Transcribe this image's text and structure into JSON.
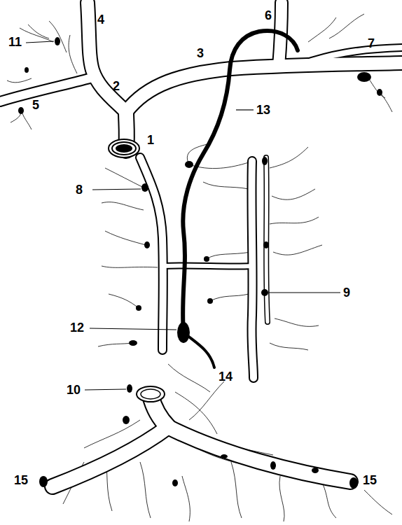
{
  "diagram": {
    "labels": [
      "4",
      "11",
      "6",
      "7",
      "2",
      "3",
      "5",
      "1",
      "13",
      "8",
      "9",
      "12",
      "14",
      "10",
      "15",
      "15"
    ]
  }
}
